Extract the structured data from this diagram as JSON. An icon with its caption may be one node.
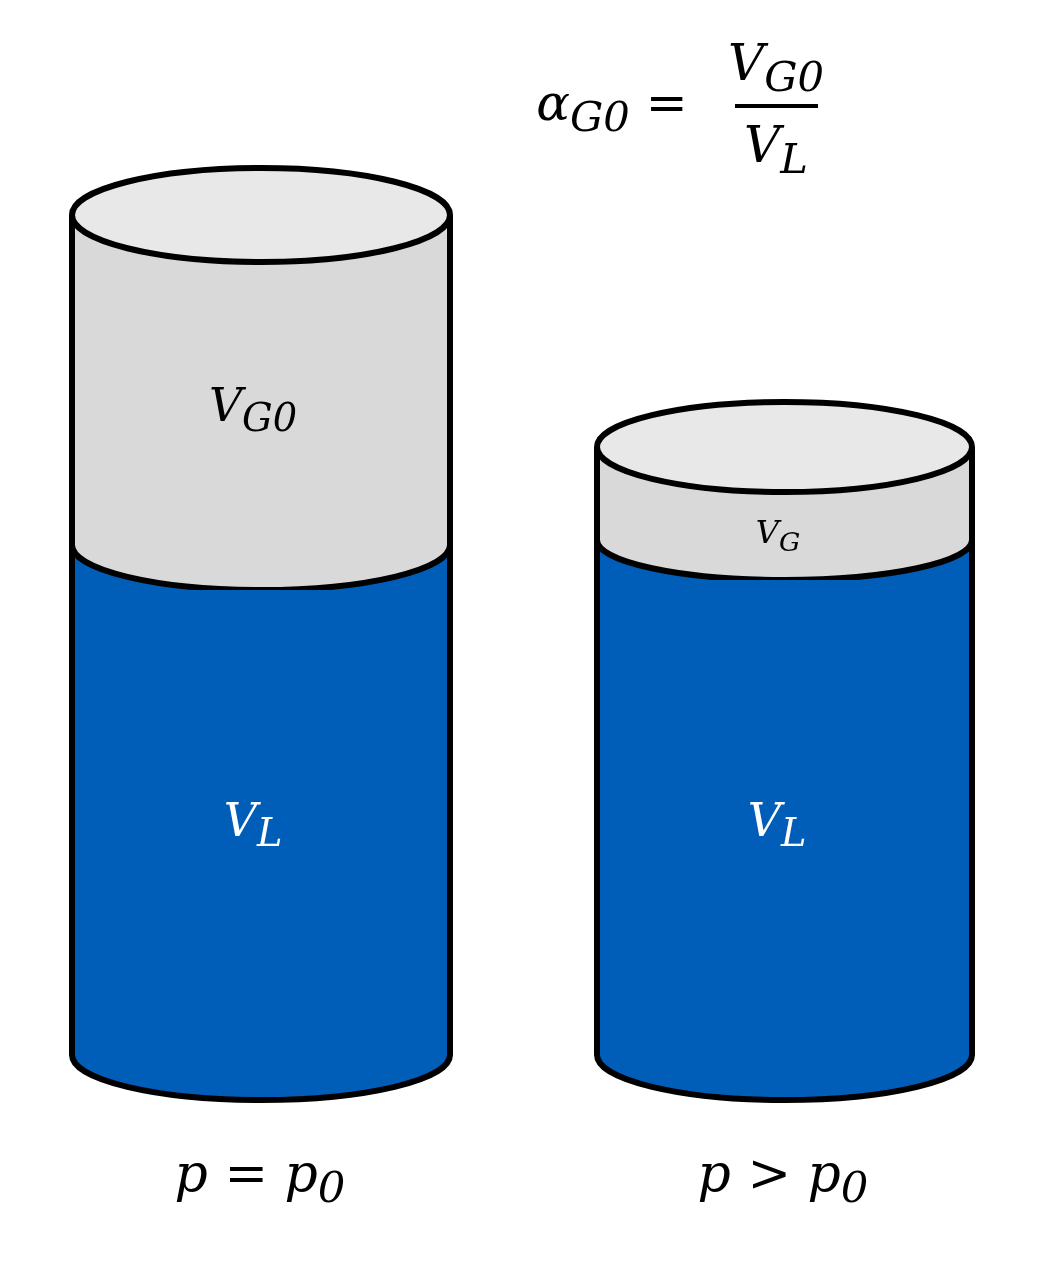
{
  "diagram": {
    "nodes": [
      {
        "text": [
          "V$_{G0}$"
        ]
      },
      {
        "text": [
          "V$_{L}$"
        ]
      },
      {
        "text": [
          "V$_{G}$"
        ]
      },
      {
        "text": [
          "V$_{L}$"
        ]
      }
    ],
    "edges": [],
    "labels": [
      "α$_{G0}$ =",
      "V$_{G0}$",
      "V$_{L}$",
      "p = p$_{0}$",
      "p > p$_{0}$"
    ]
  }
}
